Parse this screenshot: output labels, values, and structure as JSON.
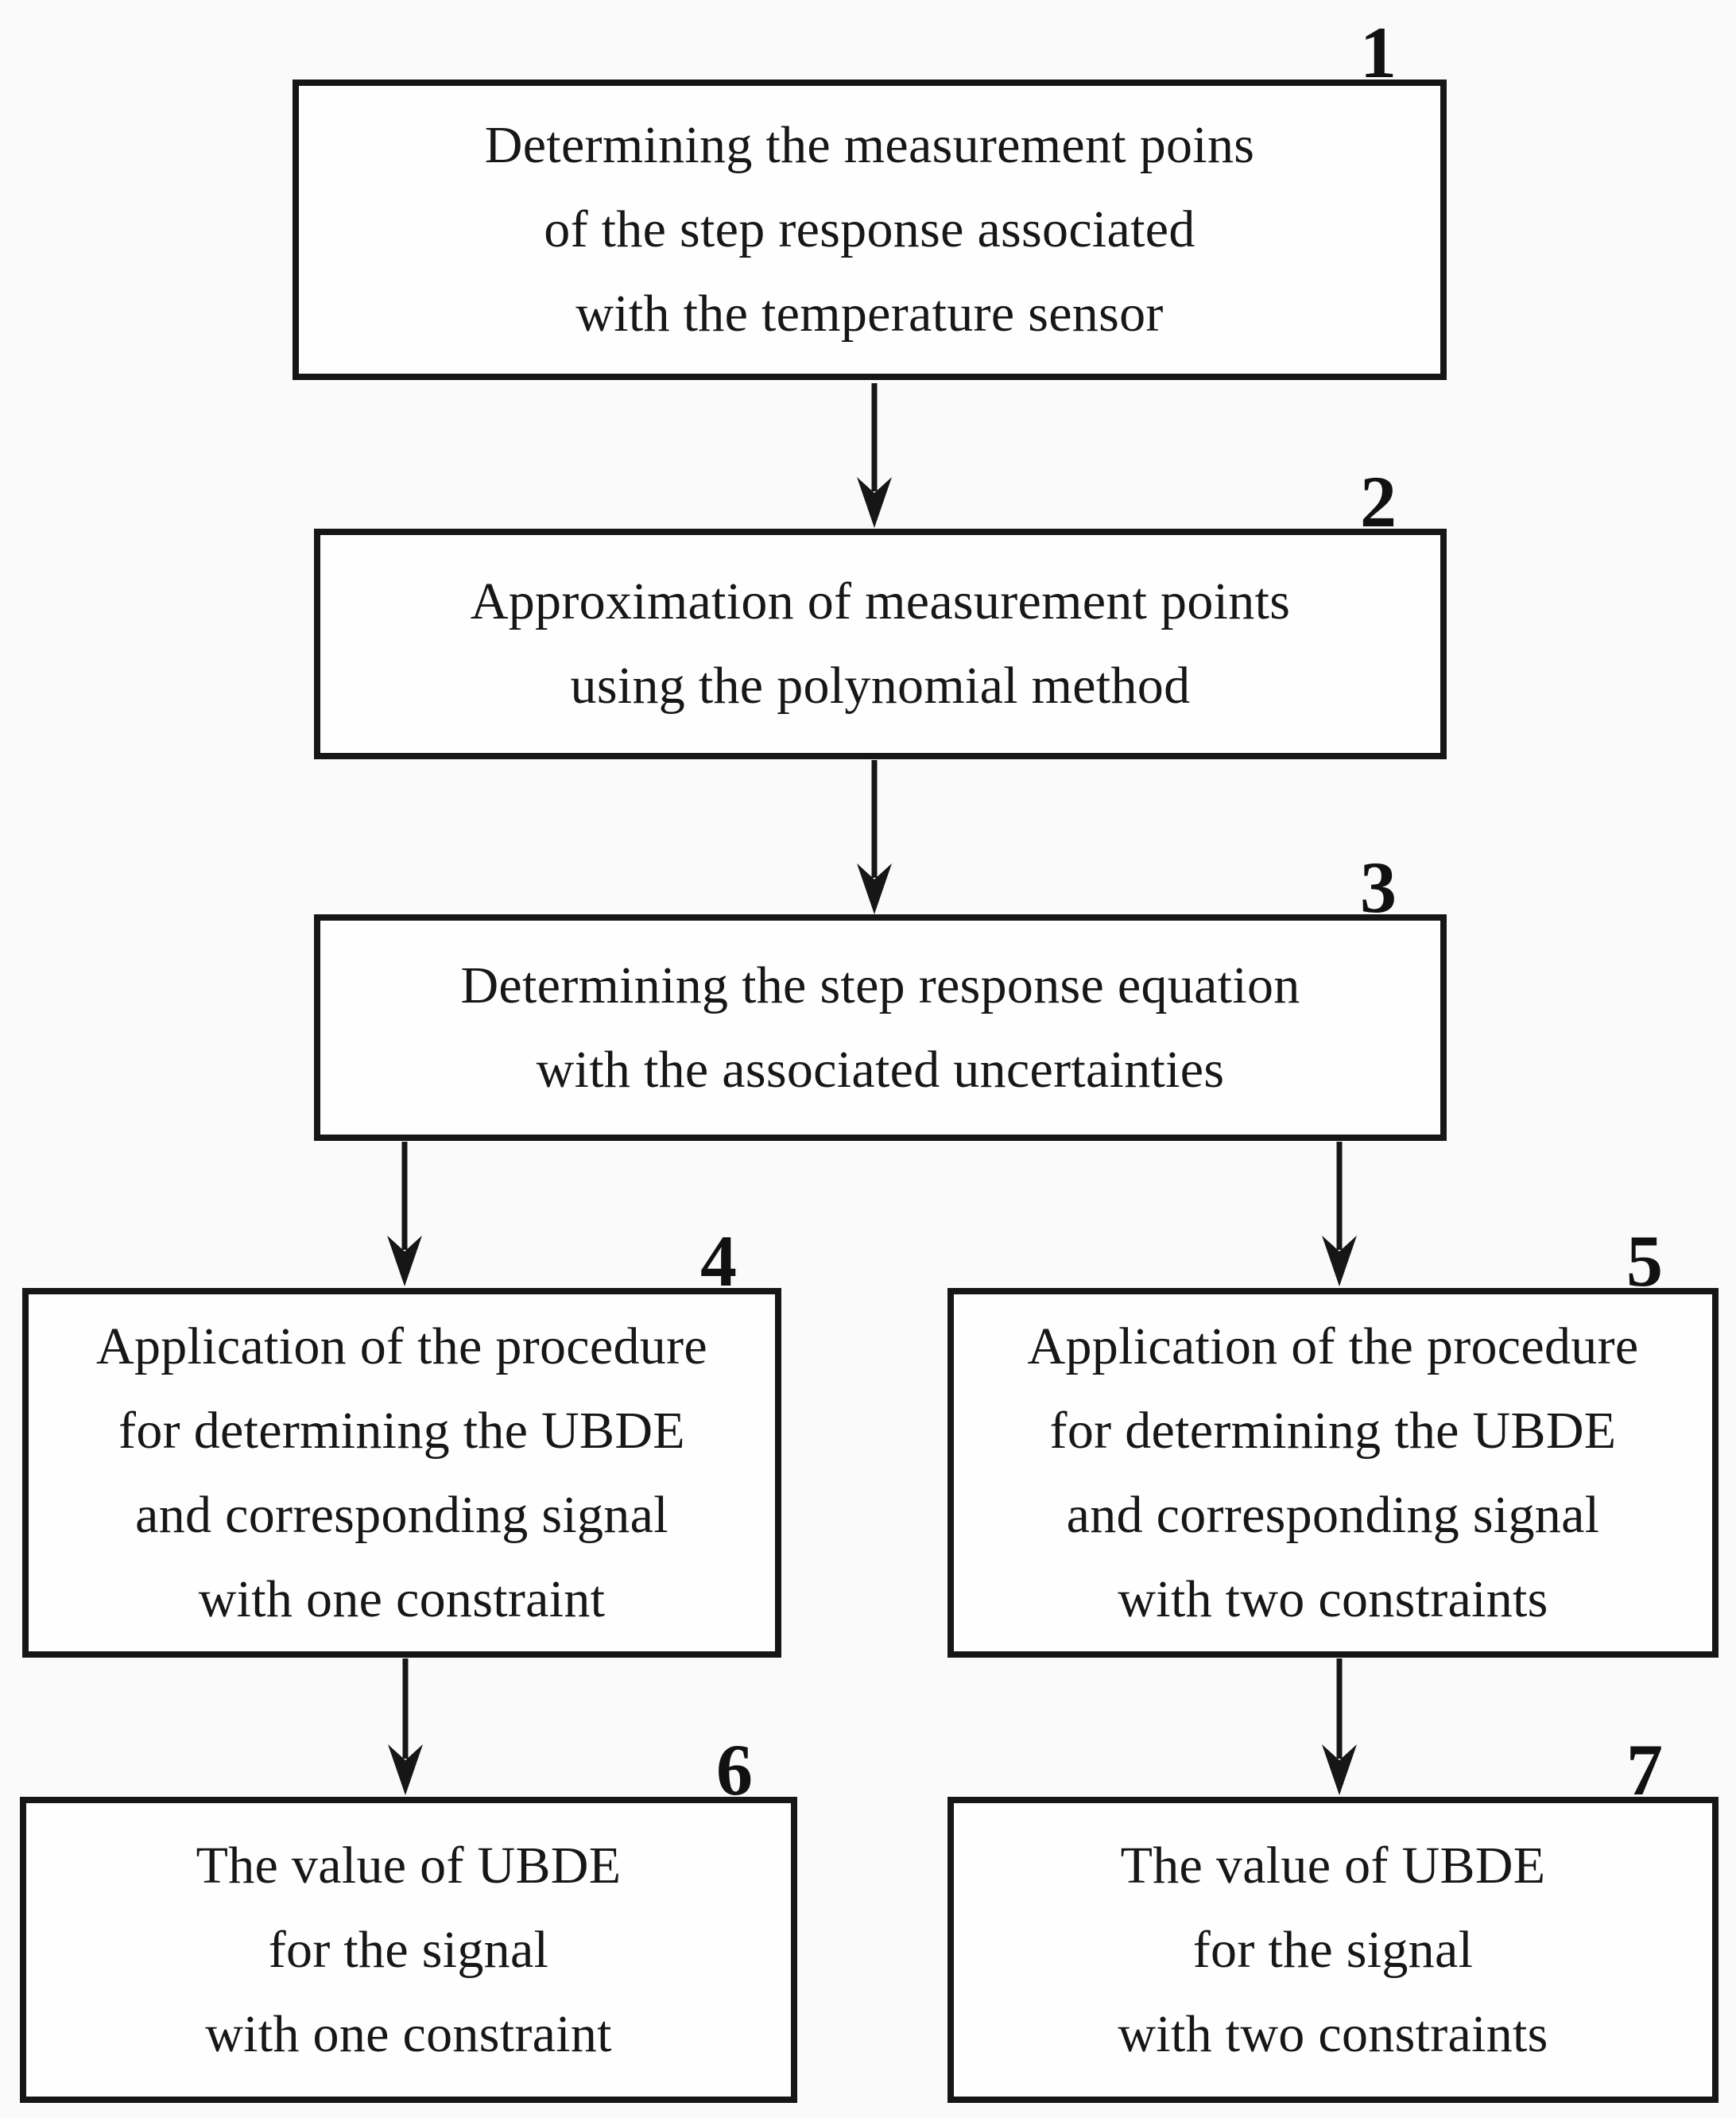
{
  "diagram": {
    "type": "flowchart",
    "background_color": "#fafafa",
    "line_color": "#161616",
    "nodes": [
      {
        "number": "1",
        "text": "Determining the measurement poins\nof the step response associated\nwith the temperature sensor"
      },
      {
        "number": "2",
        "text": "Approximation of measurement points\nusing the polynomial method"
      },
      {
        "number": "3",
        "text": "Determining the step response equation\nwith the associated uncertainties"
      },
      {
        "number": "4",
        "text": "Application of the procedure\nfor determining the UBDE\nand corresponding signal\nwith one constraint"
      },
      {
        "number": "5",
        "text": "Application of the procedure\nfor determining the UBDE\nand corresponding signal\nwith two constraints"
      },
      {
        "number": "6",
        "text": "The value of UBDE\nfor the signal\nwith one constraint"
      },
      {
        "number": "7",
        "text": "The value of UBDE\nfor the signal\nwith two constraints"
      }
    ],
    "edges": [
      {
        "from": "1",
        "to": "2"
      },
      {
        "from": "2",
        "to": "3"
      },
      {
        "from": "3",
        "to": "4"
      },
      {
        "from": "3",
        "to": "5"
      },
      {
        "from": "4",
        "to": "6"
      },
      {
        "from": "5",
        "to": "7"
      }
    ]
  }
}
